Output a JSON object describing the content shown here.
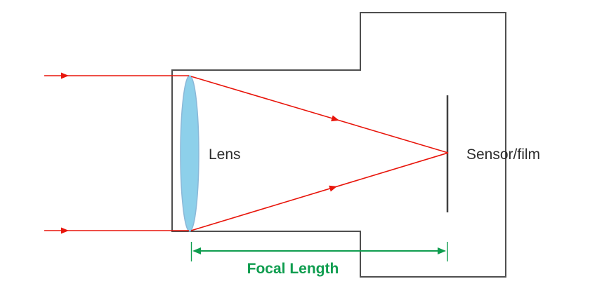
{
  "diagram": {
    "labels": {
      "lens": "Lens",
      "sensor": "Sensor/film",
      "focal_length": "Focal Length"
    },
    "colors": {
      "body_outline": "#4f4f4f",
      "lens_fill": "#8dd0ea",
      "lens_stroke": "#8bb8d8",
      "light_ray": "#e8150b",
      "focal_arrow": "#0f9d4f",
      "label_text": "#2d2d2d",
      "sensor_line": "#404040"
    }
  }
}
